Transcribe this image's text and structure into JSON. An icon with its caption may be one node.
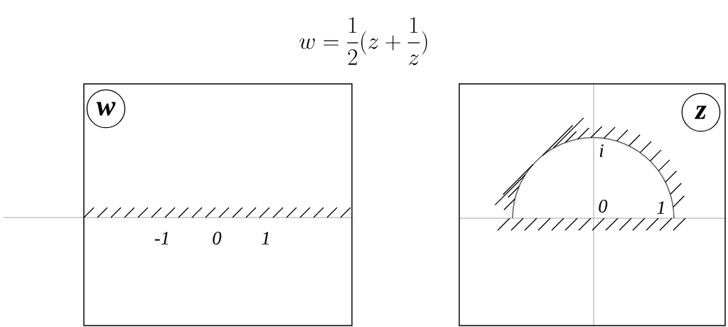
{
  "diagram": {
    "title": "w=\\frac{1}{2}(z+\\frac{1}{z})",
    "nodes": [
      {
        "text": [],
        "shape": "box"
      },
      {
        "text": [
          "w"
        ],
        "in": 0
      },
      {
        "text": [],
        "shape": "box"
      },
      {
        "text": [
          "z"
        ],
        "in": 2
      }
    ],
    "labels": [
      "-1",
      "0",
      "1",
      "i",
      "0",
      "1"
    ]
  }
}
